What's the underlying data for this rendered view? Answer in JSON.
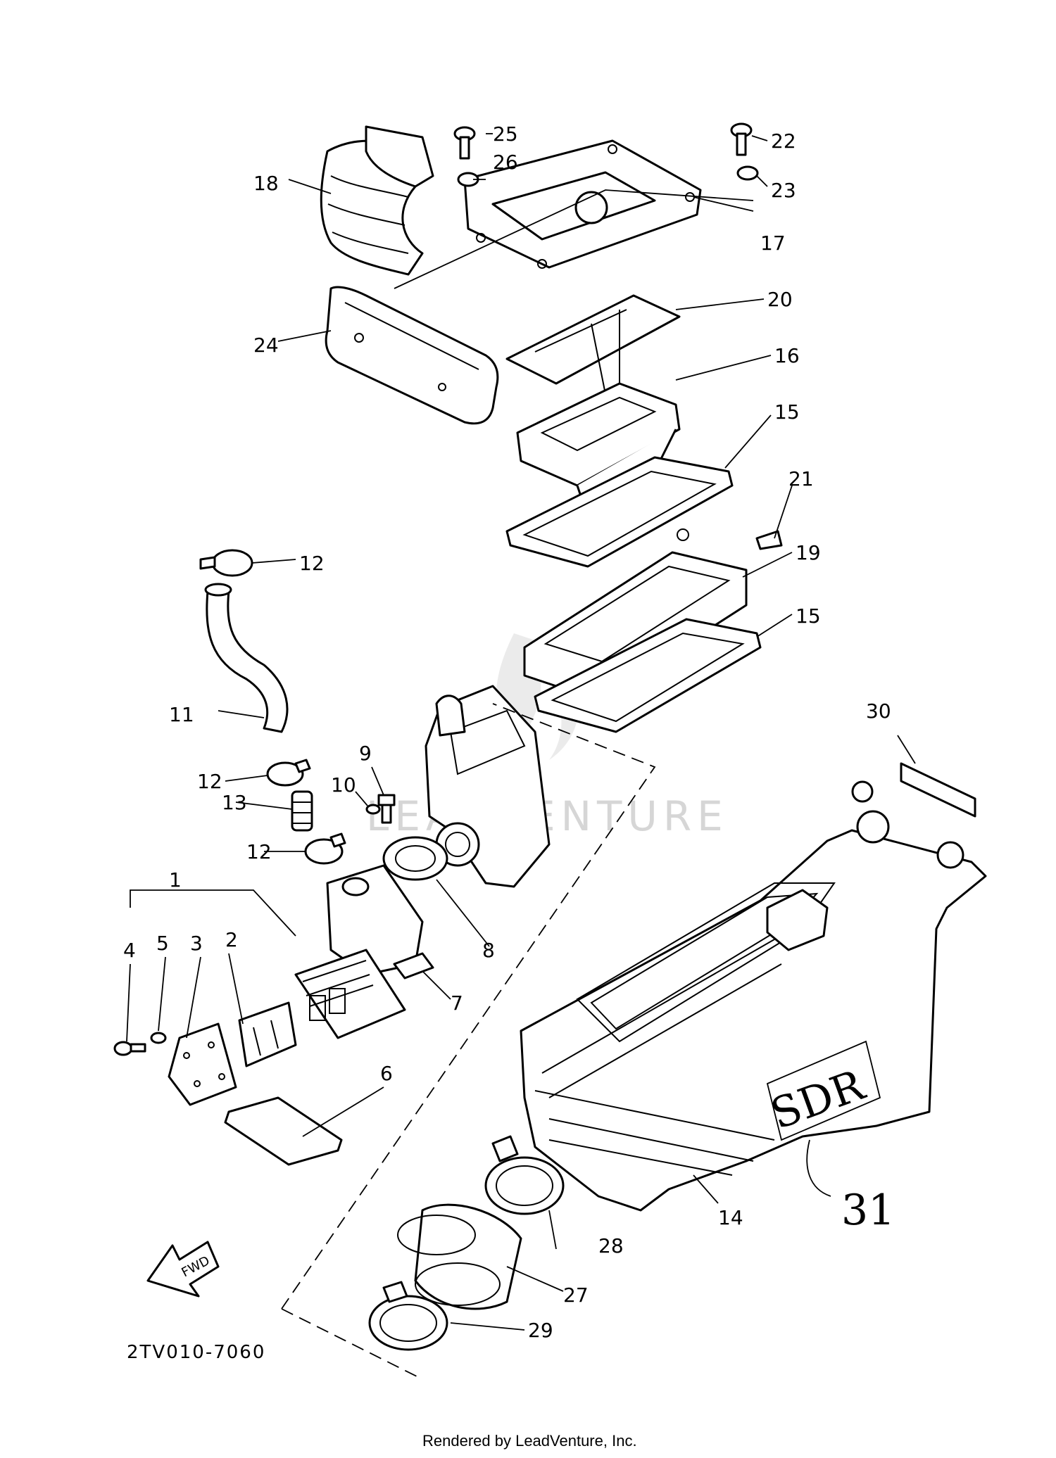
{
  "diagram": {
    "code_label": "2TV010-7060",
    "footer": "Rendered by LeadVenture, Inc.",
    "watermark": "LEADVENTURE",
    "fwd_label": "FWD",
    "handwritten_model": "SDR",
    "handwritten_number": "31",
    "callouts": {
      "c1": "1",
      "c2": "2",
      "c3": "3",
      "c4": "4",
      "c5": "5",
      "c6": "6",
      "c7": "7",
      "c8": "8",
      "c9": "9",
      "c10": "10",
      "c11": "11",
      "c12a": "12",
      "c12b": "12",
      "c12c": "12",
      "c13": "13",
      "c14": "14",
      "c15a": "15",
      "c15b": "15",
      "c16": "16",
      "c17": "17",
      "c18": "18",
      "c19": "19",
      "c20": "20",
      "c21": "21",
      "c22": "22",
      "c23": "23",
      "c24": "24",
      "c25": "25",
      "c26": "26",
      "c27": "27",
      "c28": "28",
      "c29": "29",
      "c30": "30"
    }
  }
}
